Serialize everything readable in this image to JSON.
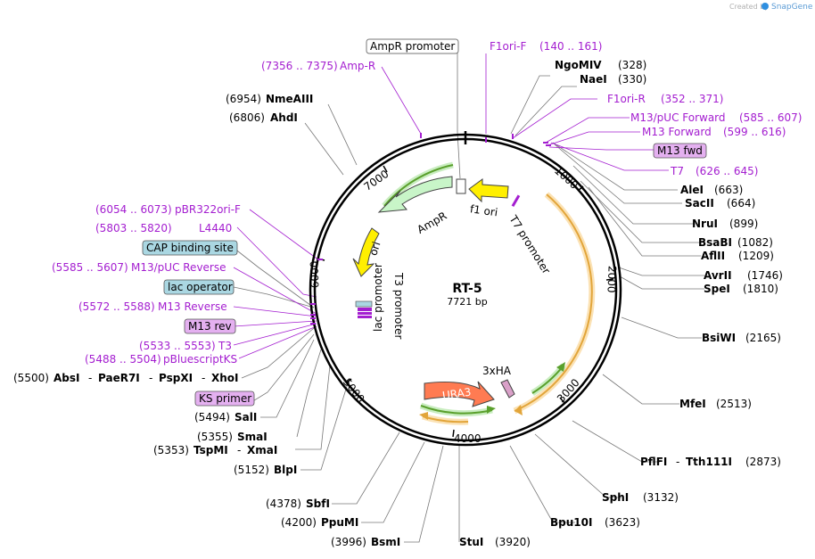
{
  "header": {
    "created_by": "Created by",
    "brand": "SnapGene"
  },
  "plasmid": {
    "name": "RT-5",
    "length_label": "7721 bp"
  },
  "ticks": [
    "1000",
    "2000",
    "3000",
    "4000",
    "5000",
    "6000",
    "7000"
  ],
  "colors": {
    "primer": "#a41ed0",
    "orange_feature": "#f2c06a",
    "green_feature": "#5aa02c",
    "ampr": "#c8f5c8",
    "ori": "#ffef00",
    "ura3": "#ff7b52",
    "boxed_blue": "#aad7e2",
    "boxed_violet": "#e4b0f0"
  },
  "features": {
    "ampr_promoter": "AmpR promoter",
    "f1_ori": "f1 ori",
    "t7_promoter": "T7 promoter",
    "ampr": "AmpR",
    "ori": "ori",
    "lac_promoter": "lac promoter",
    "t3_promoter": "T3 promoter",
    "ura3": "URA3",
    "hax3": "3xHA",
    "cap_binding_site": "CAP binding site",
    "lac_operator": "lac operator",
    "m13_fwd": "M13 fwd",
    "m13_rev": "M13 rev",
    "ks_primer": "KS primer"
  },
  "primers": {
    "f1ori_f": {
      "name": "F1ori-F",
      "range": "(140 .. 161)"
    },
    "amp_r": {
      "name": "Amp-R",
      "range": "(7356 .. 7375)"
    },
    "f1ori_r": {
      "name": "F1ori-R",
      "range": "(352 .. 371)"
    },
    "m13_puc_forward": {
      "name": "M13/pUC Forward",
      "range": "(585 .. 607)"
    },
    "m13_forward": {
      "name": "M13 Forward",
      "range": "(599 .. 616)"
    },
    "t7": {
      "name": "T7",
      "range": "(626 .. 645)"
    },
    "pbr322ori_f": {
      "name": "pBR322ori-F",
      "range": "(6054 .. 6073)"
    },
    "l4440": {
      "name": "L4440",
      "range": "(5803 .. 5820)"
    },
    "m13_puc_reverse": {
      "name": "M13/pUC Reverse",
      "range": "(5585 .. 5607)"
    },
    "m13_reverse": {
      "name": "M13 Reverse",
      "range": "(5572 .. 5588)"
    },
    "t3": {
      "name": "T3",
      "range": "(5533 .. 5553)"
    },
    "pbluescriptks": {
      "name": "pBluescriptKS",
      "range": "(5488 .. 5504)"
    }
  },
  "enzymes": {
    "ngomiv": {
      "name": "NgoMIV",
      "pos": "(328)"
    },
    "nae1": {
      "name": "NaeI",
      "pos": "(330)"
    },
    "nmeaiii": {
      "name": "NmeAIII",
      "pos": "(6954)"
    },
    "ahdi": {
      "name": "AhdI",
      "pos": "(6806)"
    },
    "alei": {
      "name": "AleI",
      "pos": "(663)"
    },
    "sacii": {
      "name": "SacII",
      "pos": "(664)"
    },
    "nrui": {
      "name": "NruI",
      "pos": "(899)"
    },
    "bsabi": {
      "name": "BsaBI",
      "pos": "(1082)"
    },
    "aflii": {
      "name": "AflII",
      "pos": "(1209)"
    },
    "avrii": {
      "name": "AvrII",
      "pos": "(1746)"
    },
    "spei": {
      "name": "SpeI",
      "pos": "(1810)"
    },
    "bsiwi": {
      "name": "BsiWI",
      "pos": "(2165)"
    },
    "mfei": {
      "name": "MfeI",
      "pos": "(2513)"
    },
    "pflfi": {
      "name": "PflFI",
      "sep": "-",
      "name2": "Tth111I",
      "pos": "(2873)"
    },
    "sphi": {
      "name": "SphI",
      "pos": "(3132)"
    },
    "bpu10i": {
      "name": "Bpu10I",
      "pos": "(3623)"
    },
    "stui": {
      "name": "StuI",
      "pos": "(3920)"
    },
    "bsmi": {
      "name": "BsmI",
      "pos": "(3996)"
    },
    "ppumi": {
      "name": "PpuMI",
      "pos": "(4200)"
    },
    "sbfi": {
      "name": "SbfI",
      "pos": "(4378)"
    },
    "blpi": {
      "name": "BlpI",
      "pos": "(5152)"
    },
    "tspmi": {
      "name": "TspMI",
      "sep": "-",
      "name2": "XmaI",
      "pos": "(5353)"
    },
    "smai": {
      "name": "SmaI",
      "pos": "(5355)"
    },
    "sali": {
      "name": "SalI",
      "pos": "(5494)"
    },
    "absi": {
      "name": "AbsI",
      "sep1": "-",
      "name2": "PaeR7I",
      "sep2": "-",
      "name3": "PspXI",
      "sep3": "-",
      "name4": "XhoI",
      "pos": "(5500)"
    }
  }
}
